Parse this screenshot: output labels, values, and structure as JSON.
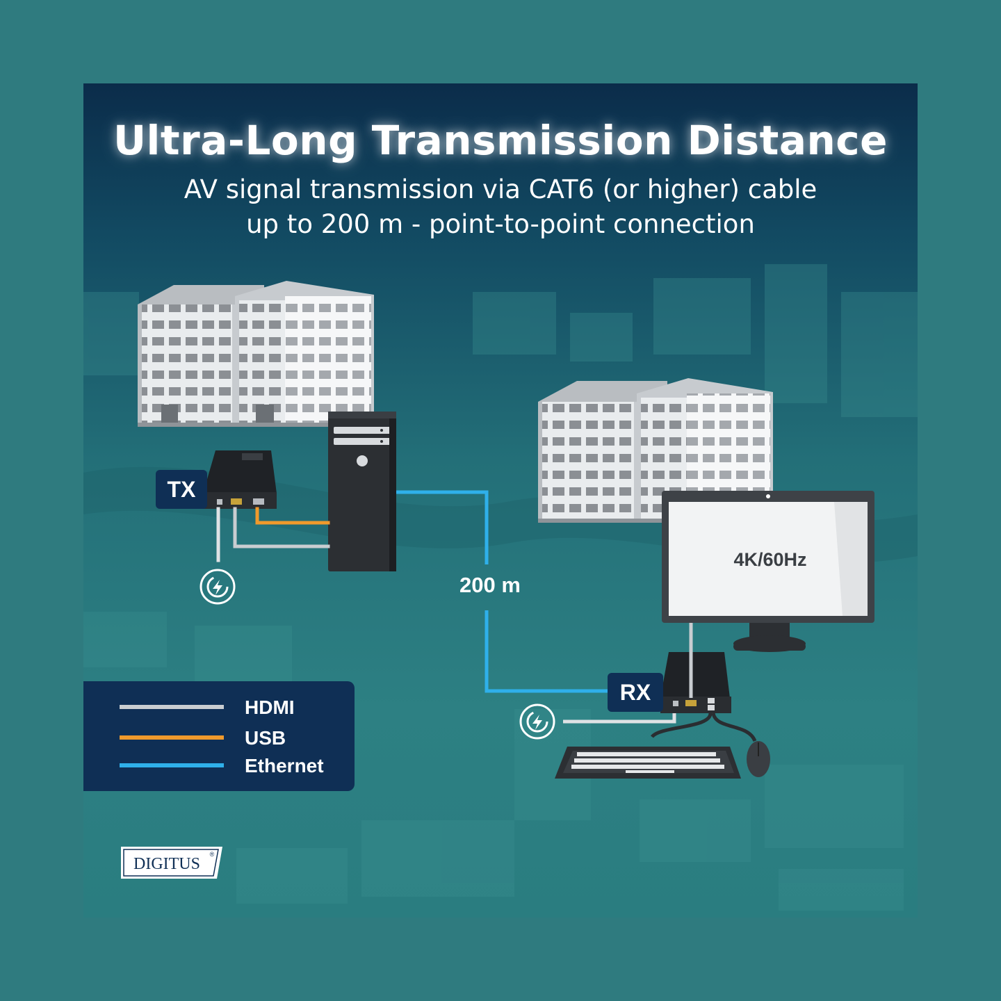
{
  "header": {
    "title": "Ultra-Long Transmission Distance",
    "subtitle_line1": "AV signal transmission via CAT6 (or higher) cable",
    "subtitle_line2": "up to 200 m - point-to-point connection"
  },
  "diagram": {
    "tx_label": "TX",
    "rx_label": "RX",
    "distance_label": "200 m",
    "monitor_text": "4K/60Hz",
    "icons": [
      "office-building-icon",
      "pc-tower-icon",
      "extender-box-icon",
      "power-icon",
      "monitor-icon",
      "keyboard-icon",
      "mouse-icon"
    ]
  },
  "legend": {
    "items": [
      {
        "label": "HDMI",
        "color": "#c9cdd1"
      },
      {
        "label": "USB",
        "color": "#f09a2c"
      },
      {
        "label": "Ethernet",
        "color": "#2fb0ea"
      }
    ]
  },
  "brand": {
    "logo_text": "DIGITUS",
    "registered": "®"
  },
  "colors": {
    "page_bg": "#2f7b7f",
    "tag_bg": "#0f2f55",
    "hdmi": "#c9cdd1",
    "usb": "#f09a2c",
    "ethernet": "#2fb0ea"
  }
}
